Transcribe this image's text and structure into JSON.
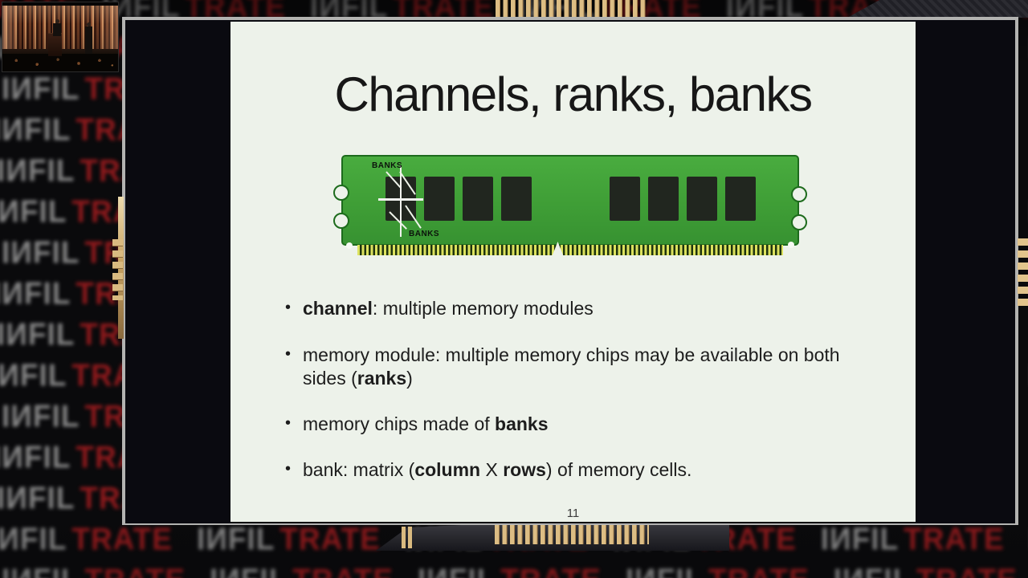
{
  "backdrop": {
    "word_gray": "IИFIL",
    "word_red": "TRATE",
    "gray_color": "#8f8f8f",
    "red_color": "#9b1b1e"
  },
  "slide": {
    "title": "Channels, ranks, banks",
    "page_number": "11",
    "bullet_char": "•",
    "bullets": [
      {
        "segments": [
          {
            "t": "channel",
            "b": true
          },
          {
            "t": ": multiple memory modules",
            "b": false
          }
        ]
      },
      {
        "segments": [
          {
            "t": "memory module: multiple memory chips may be available on both sides (",
            "b": false
          },
          {
            "t": "ranks",
            "b": true
          },
          {
            "t": ")",
            "b": false
          }
        ]
      },
      {
        "segments": [
          {
            "t": "memory chips made of ",
            "b": false
          },
          {
            "t": "banks",
            "b": true
          }
        ]
      },
      {
        "segments": [
          {
            "t": "bank: matrix (",
            "b": false
          },
          {
            "t": "column",
            "b": true
          },
          {
            "t": " X ",
            "b": false
          },
          {
            "t": "rows",
            "b": true
          },
          {
            "t": ") of memory cells.",
            "b": false
          }
        ]
      }
    ]
  },
  "ram_diagram": {
    "label_top": "BANKS",
    "label_bottom": "BANKS",
    "pcb_color": "#40a339",
    "chip_color": "#21261f",
    "pin_color": "#dce25e"
  }
}
